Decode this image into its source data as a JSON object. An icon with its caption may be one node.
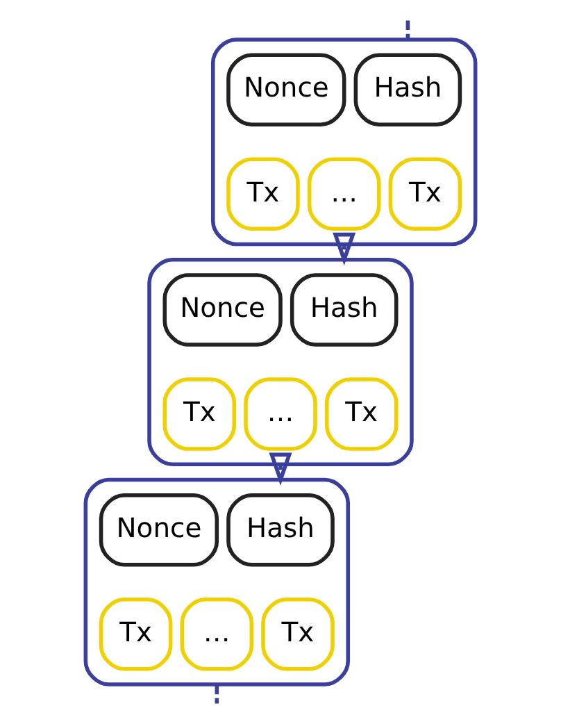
{
  "diagram": {
    "nodes": [
      {
        "text": [],
        "shape": "box"
      },
      {
        "text": [
          "Hash"
        ],
        "in": 0
      },
      {
        "text": [
          "Nonce"
        ],
        "in": 0
      },
      {
        "text": [
          "Tx"
        ],
        "in": 0
      },
      {
        "text": [
          "Tx"
        ],
        "in": 0
      },
      {
        "text": [
          "…"
        ],
        "in": 0
      },
      {
        "text": [],
        "shape": "box"
      },
      {
        "text": [
          "Hash"
        ],
        "in": 6
      },
      {
        "text": [
          "Nonce"
        ],
        "in": 6
      },
      {
        "text": [
          "Tx"
        ],
        "in": 6
      },
      {
        "text": [
          "Tx"
        ],
        "in": 6
      },
      {
        "text": [
          "…"
        ],
        "in": 6
      },
      {
        "text": [],
        "shape": "box"
      },
      {
        "text": [
          "Hash"
        ],
        "in": 12
      },
      {
        "text": [
          "Nonce"
        ],
        "in": 12
      },
      {
        "text": [
          "Tx"
        ],
        "in": 12
      },
      {
        "text": [
          "Tx"
        ],
        "in": 12
      },
      {
        "text": [
          "…"
        ],
        "in": 12
      }
    ],
    "edges": [
      {
        "from": null,
        "to": 0,
        "arrow": "none",
        "style": "dashed"
      },
      {
        "from": 0,
        "to": 6,
        "arrow": "to"
      },
      {
        "from": 6,
        "to": 12,
        "arrow": "to"
      },
      {
        "from": 12,
        "to": null,
        "arrow": "none",
        "style": "dashed"
      }
    ]
  }
}
